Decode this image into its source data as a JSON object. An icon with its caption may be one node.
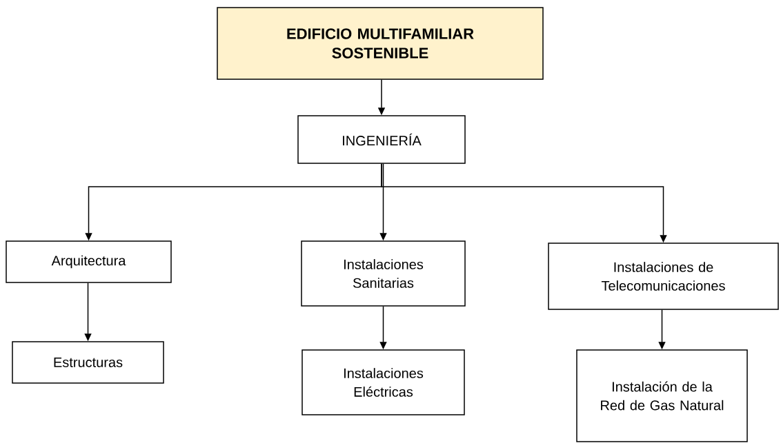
{
  "diagram": {
    "nodes": [
      {
        "text": [
          "EDIFICIO MULTIFAMILIAR SOSTENIBLE"
        ]
      },
      {
        "text": [
          "INGENIERÍA"
        ]
      },
      {
        "text": [
          "Arquitectura"
        ]
      },
      {
        "text": [
          "Instalaciones Sanitarias"
        ]
      },
      {
        "text": [
          "Instalaciones de Telecomunicaciones"
        ]
      },
      {
        "text": [
          "Estructuras"
        ]
      },
      {
        "text": [
          "Instalaciones Eléctricas"
        ]
      },
      {
        "text": [
          "Instalación de la Red de Gas Natural"
        ]
      }
    ],
    "edges": [
      {
        "from": 0,
        "to": 1,
        "arrow": "to"
      },
      {
        "from": 1,
        "to": 2,
        "arrow": "to"
      },
      {
        "from": 1,
        "to": 3,
        "arrow": "to"
      },
      {
        "from": 1,
        "to": 4,
        "arrow": "to"
      },
      {
        "from": 2,
        "to": 5,
        "arrow": "to"
      },
      {
        "from": 3,
        "to": 6,
        "arrow": "to"
      },
      {
        "from": 4,
        "to": 7,
        "arrow": "to"
      }
    ]
  }
}
